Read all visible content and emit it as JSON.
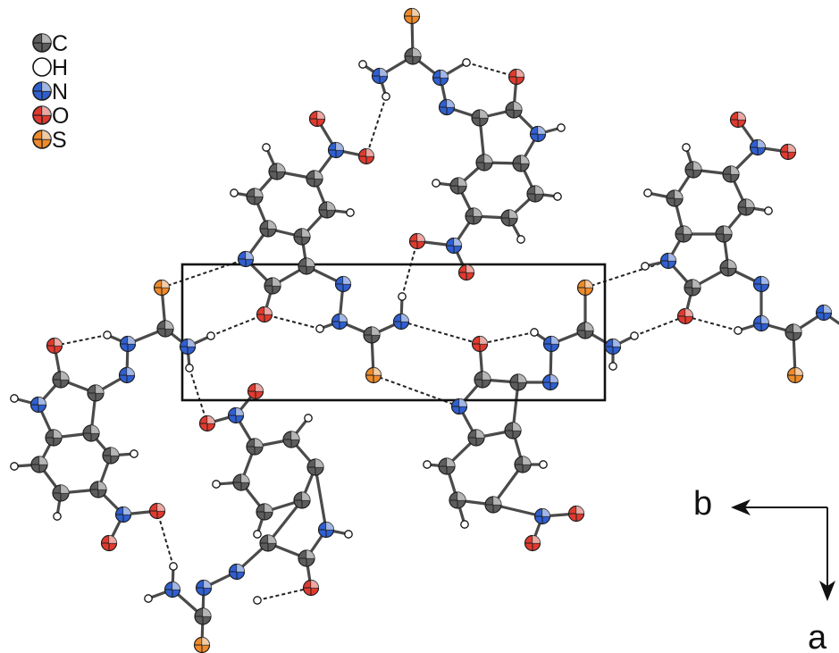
{
  "legend": [
    {
      "element": "C",
      "label": "C",
      "color": "#5d5d5d",
      "icon": "ellipsoid-octant-icon"
    },
    {
      "element": "H",
      "label": "H",
      "color": "#ffffff",
      "icon": "open-circle-icon"
    },
    {
      "element": "N",
      "label": "N",
      "color": "#2f5fd0",
      "icon": "ellipsoid-octant-icon"
    },
    {
      "element": "O",
      "label": "O",
      "color": "#e03a2f",
      "icon": "ellipsoid-octant-icon"
    },
    {
      "element": "S",
      "label": "S",
      "color": "#ee8a2a",
      "icon": "ellipsoid-octant-icon"
    }
  ],
  "axes": {
    "horizontal_label": "b",
    "vertical_label": "a"
  },
  "colors": {
    "bond": "#4a4a4a",
    "hydrogen_bond": "#222222",
    "unit_cell": "#111111"
  }
}
